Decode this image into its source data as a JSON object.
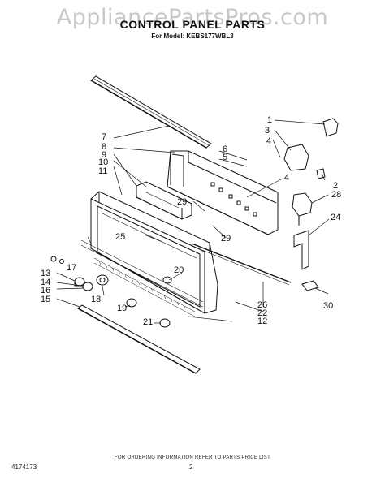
{
  "watermark": "AppliancePartsPros.com",
  "title": "CONTROL PANEL PARTS",
  "model_line": "For Model: KEBS177WBL3",
  "callouts": {
    "c1": "1",
    "c2": "2",
    "c3": "3",
    "c4a": "4",
    "c4b": "4",
    "c5": "5",
    "c6": "6",
    "c7": "7",
    "c8": "8",
    "c9": "9",
    "c10": "10",
    "c11": "11",
    "c12": "12",
    "c13": "13",
    "c14": "14",
    "c15": "15",
    "c16": "16",
    "c17": "17",
    "c18": "18",
    "c19": "19",
    "c20": "20",
    "c21": "21",
    "c22": "22",
    "c24": "24",
    "c25": "25",
    "c26": "26",
    "c28": "28",
    "c29a": "29",
    "c29b": "29",
    "c30": "30"
  },
  "footer_note": "FOR ORDERING INFORMATION REFER TO PARTS PRICE LIST",
  "page_number": "2",
  "document_number": "4174173"
}
